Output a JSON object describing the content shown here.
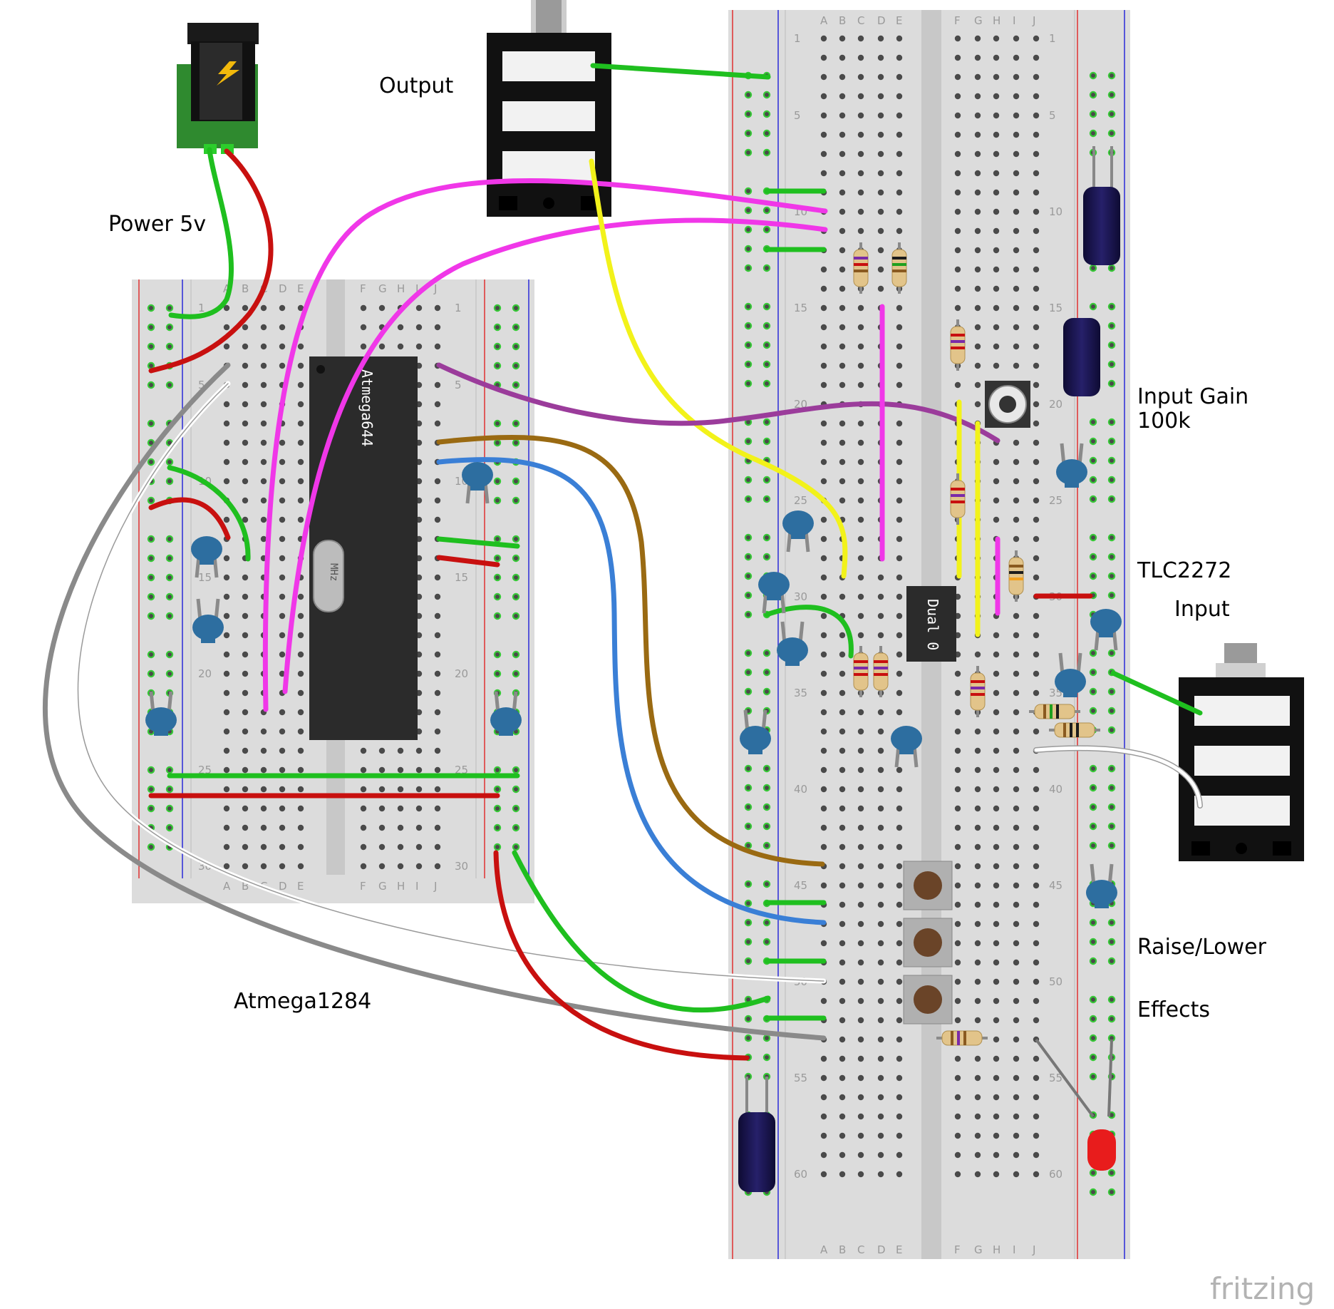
{
  "labels": {
    "output": "Output",
    "power": "Power 5v",
    "input_gain_1": "Input Gain",
    "input_gain_2": "100k",
    "tlc": "TLC2272",
    "input": "Input",
    "raise_lower": "Raise/Lower",
    "effects": "Effects",
    "atmega1284": "Atmega1284"
  },
  "chips": {
    "mcu_marking": "Atmega644",
    "opamp_marking": "Dual 0",
    "crystal_marking": "MHz"
  },
  "breadboard_columns": {
    "left": [
      "A",
      "B",
      "C",
      "D",
      "E"
    ],
    "right": [
      "F",
      "G",
      "H",
      "I",
      "J"
    ]
  },
  "small_board_row_numbers": [
    "1",
    "5",
    "10",
    "15",
    "20",
    "25",
    "30"
  ],
  "big_board_row_numbers": [
    "1",
    "5",
    "10",
    "15",
    "20",
    "25",
    "30",
    "35",
    "40",
    "45",
    "50",
    "55",
    "60"
  ],
  "watermark": "fritzing",
  "wire_colors": {
    "green": "#1fbf1f",
    "red": "#c8100f",
    "magenta": "#f037e8",
    "yellow": "#f2f21a",
    "purple": "#9b3c9b",
    "brown": "#9a6a12",
    "blue": "#3a7fd6",
    "gray": "#8a8a8a",
    "white": "#ffffff"
  }
}
